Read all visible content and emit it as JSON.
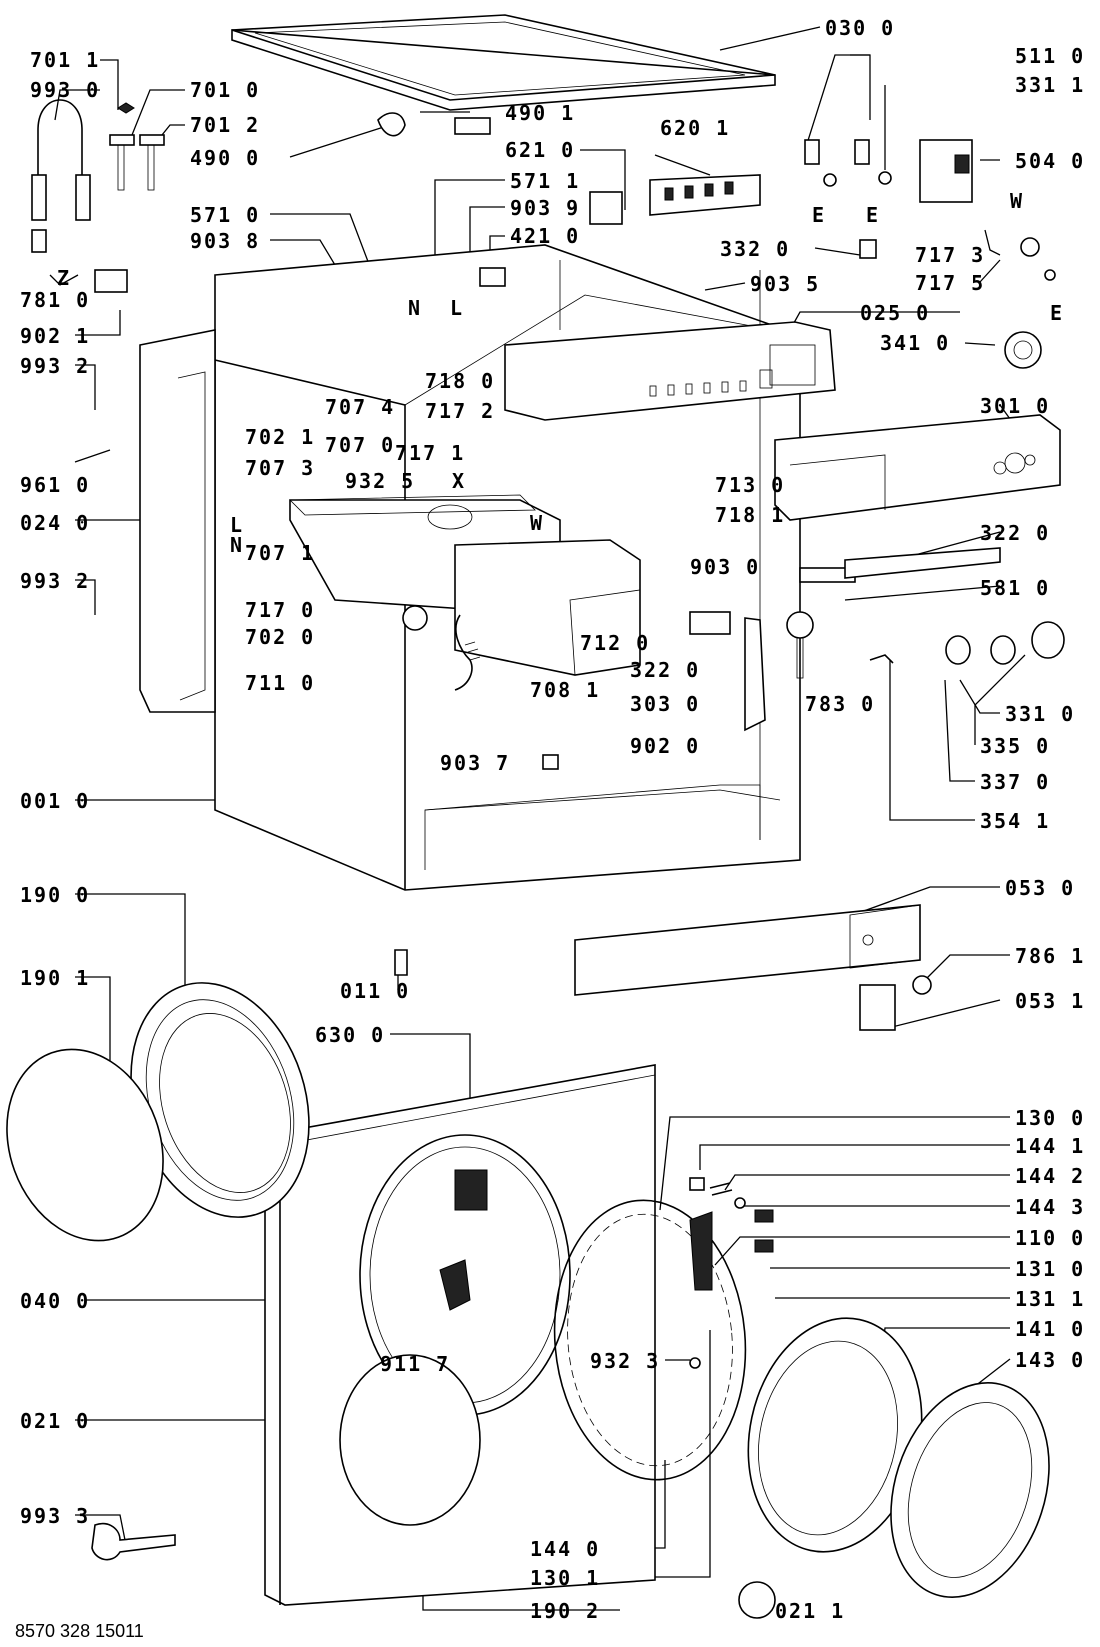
{
  "document_id": "8570 328 15011",
  "markers": {
    "E": "E",
    "W": "W",
    "N": "N",
    "L": "L",
    "Z": "Z",
    "X": "X"
  },
  "callouts": [
    "030 0",
    "511 0",
    "331 1",
    "504 0",
    "701 1",
    "993 0",
    "701 0",
    "701 2",
    "490 1",
    "490 0",
    "620 1",
    "621 0",
    "571 1",
    "903 9",
    "571 0",
    "903 8",
    "421 0",
    "332 0",
    "717 3",
    "717 5",
    "781 0",
    "902 1",
    "903 5",
    "025 0",
    "341 0",
    "993 2",
    "718 0",
    "717 2",
    "707 4",
    "301 0",
    "702 1",
    "707 0",
    "717 1",
    "707 3",
    "932 5",
    "961 0",
    "713 0",
    "718 1",
    "024 0",
    "322 0",
    "707 1",
    "903 0",
    "993 2",
    "717 0",
    "581 0",
    "702 0",
    "712 0",
    "322 0",
    "711 0",
    "708 1",
    "303 0",
    "783 0",
    "331 0",
    "902 0",
    "335 0",
    "903 7",
    "337 0",
    "001 0",
    "354 1",
    "053 0",
    "190 0",
    "786 1",
    "190 1",
    "011 0",
    "053 1",
    "630 0",
    "130 0",
    "144 1",
    "144 2",
    "144 3",
    "110 0",
    "131 0",
    "131 1",
    "040 0",
    "141 0",
    "143 0",
    "932 3",
    "911 7",
    "021 0",
    "993 3",
    "144 0",
    "130 1",
    "021 1",
    "190 2"
  ]
}
